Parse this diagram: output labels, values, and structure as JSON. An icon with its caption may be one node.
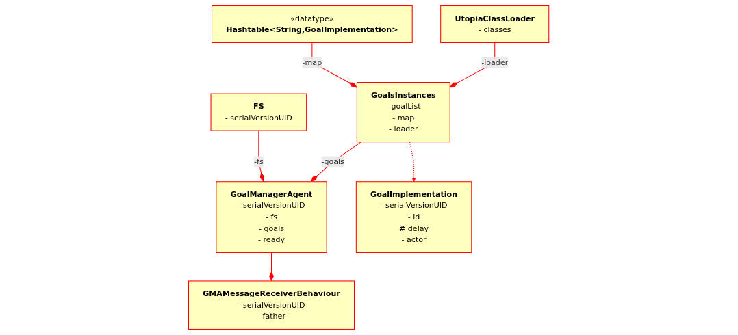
{
  "diagram": {
    "nodes": [
      {
        "text": [
          "GoalManagerAgent",
          "- serialVersionUID",
          "- fs",
          "- goals",
          "- ready"
        ]
      },
      {
        "text": [
          "FS",
          "- serialVersionUID"
        ]
      },
      {
        "text": [
          "«datatype»",
          "Hashtable<String,GoalImplementation>"
        ]
      },
      {
        "text": [
          "GoalImplementation",
          "- serialVersionUID",
          "- id",
          "# delay",
          "- actor"
        ]
      },
      {
        "text": [
          "GoalsInstances",
          "- goalList",
          "- map",
          "- loader"
        ]
      },
      {
        "text": [
          "GMAMessageReceiverBehaviour",
          "- serialVersionUID",
          "- father"
        ]
      },
      {
        "text": [
          "UtopiaClassLoader",
          "- classes"
        ]
      }
    ],
    "edges": [
      {
        "from": 1,
        "to": 0,
        "arrow": "other",
        "label": "-fs"
      },
      {
        "from": 0,
        "to": 5,
        "arrow": "other"
      },
      {
        "from": 4,
        "to": 0,
        "arrow": "other",
        "label": "-goals"
      },
      {
        "from": 2,
        "to": 4,
        "arrow": "other",
        "label": "-map"
      },
      {
        "from": 4,
        "to": 3,
        "arrow": "to",
        "style": "dashed"
      },
      {
        "from": 6,
        "to": 4,
        "arrow": "other",
        "label": "-loader"
      }
    ]
  }
}
